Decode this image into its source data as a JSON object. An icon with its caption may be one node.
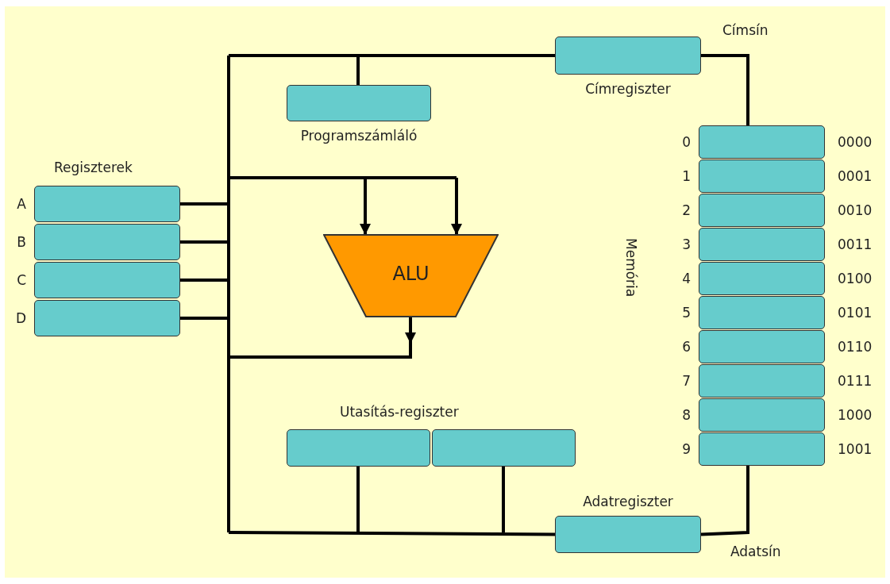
{
  "diagram": {
    "nodes": [
      {
        "text": [
          "Programszámláló"
        ]
      },
      {
        "text": [
          "Címregiszter"
        ]
      },
      {
        "text": [
          "A"
        ]
      },
      {
        "text": [
          "B"
        ]
      },
      {
        "text": [
          "C"
        ]
      },
      {
        "text": [
          "D"
        ]
      },
      {
        "text": [
          "ALU"
        ]
      },
      {
        "text": [],
        "shape": "box"
      },
      {
        "text": [],
        "shape": "box"
      },
      {
        "text": [
          "Adatregiszter"
        ]
      },
      {
        "text": [],
        "shape": "box",
        "beside": [
          "0",
          "0000"
        ]
      },
      {
        "text": [],
        "shape": "box",
        "beside": [
          "1",
          "0001"
        ]
      },
      {
        "text": [],
        "shape": "box",
        "beside": [
          "2",
          "0010"
        ]
      },
      {
        "text": [],
        "shape": "box",
        "beside": [
          "3",
          "0011"
        ]
      },
      {
        "text": [],
        "shape": "box",
        "beside": [
          "4",
          "0100"
        ]
      },
      {
        "text": [],
        "shape": "box",
        "beside": [
          "5",
          "0101"
        ]
      },
      {
        "text": [],
        "shape": "box",
        "beside": [
          "6",
          "0110"
        ]
      },
      {
        "text": [],
        "shape": "box",
        "beside": [
          "7",
          "0111"
        ]
      },
      {
        "text": [],
        "shape": "box",
        "beside": [
          "8",
          "1000"
        ]
      },
      {
        "text": [],
        "shape": "box",
        "beside": [
          "9",
          "1001"
        ]
      }
    ],
    "edges": [
      {
        "from": 0,
        "to": null,
        "arrow": "none"
      },
      {
        "from": 1,
        "to": null,
        "arrow": "none"
      },
      {
        "from": 1,
        "to": 10,
        "arrow": "none"
      },
      {
        "from": 2,
        "to": null,
        "arrow": "none"
      },
      {
        "from": 3,
        "to": null,
        "arrow": "none"
      },
      {
        "from": 4,
        "to": null,
        "arrow": "none"
      },
      {
        "from": 5,
        "to": null,
        "arrow": "none"
      },
      {
        "from": null,
        "to": 6,
        "arrow": "to"
      },
      {
        "from": null,
        "to": 6,
        "arrow": "to"
      },
      {
        "from": 6,
        "to": null,
        "arrow": "to"
      },
      {
        "from": 7,
        "to": null,
        "arrow": "none"
      },
      {
        "from": 8,
        "to": null,
        "arrow": "none"
      },
      {
        "from": 19,
        "to": 9,
        "arrow": "none"
      },
      {
        "from": 9,
        "to": null,
        "arrow": "none"
      }
    ],
    "labels": [
      "Címsín",
      "Regiszterek",
      "Memória",
      "Utasítás-regiszter",
      "Adatsín"
    ]
  }
}
